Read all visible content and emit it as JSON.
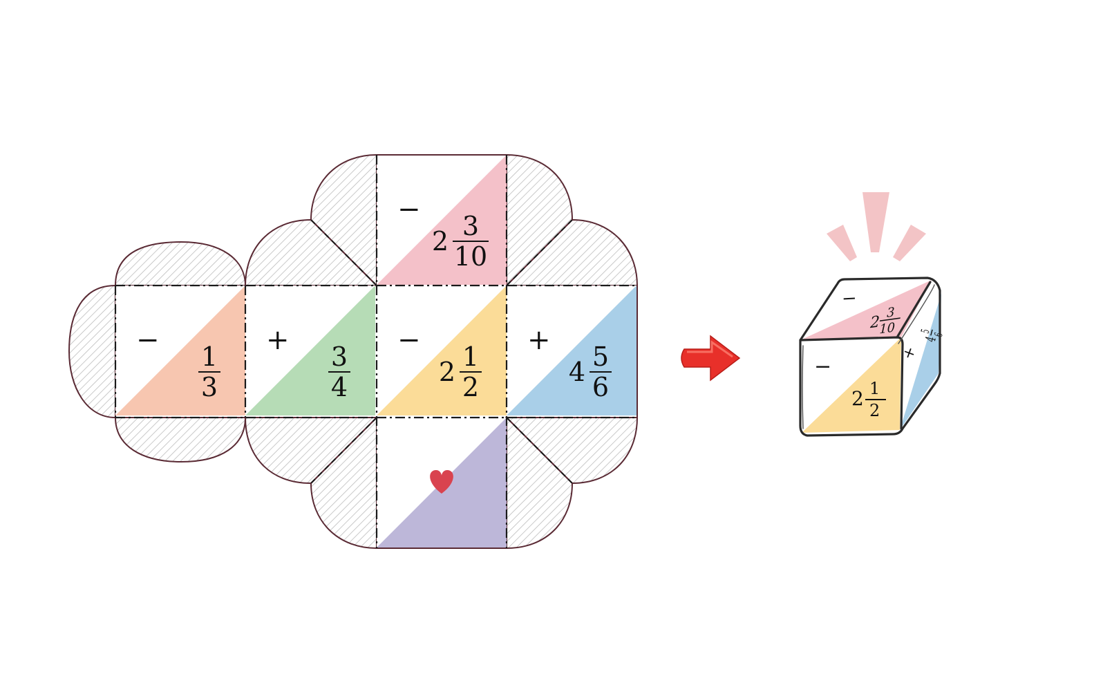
{
  "net": {
    "faces": [
      {
        "id": "face-1",
        "op": "−",
        "whole": "",
        "numerator": "1",
        "denominator": "3",
        "color": "#f7c6b0"
      },
      {
        "id": "face-2",
        "op": "+",
        "whole": "",
        "numerator": "3",
        "denominator": "4",
        "color": "#b6dcb6"
      },
      {
        "id": "face-3",
        "op": "−",
        "whole": "2",
        "numerator": "1",
        "denominator": "2",
        "color": "#fbdc98"
      },
      {
        "id": "face-4",
        "op": "+",
        "whole": "4",
        "numerator": "5",
        "denominator": "6",
        "color": "#a9cfe8"
      },
      {
        "id": "face-top",
        "op": "−",
        "whole": "2",
        "numerator": "3",
        "denominator": "10",
        "color": "#f4c1c9"
      },
      {
        "id": "face-bottom",
        "op": "",
        "whole": "",
        "numerator": "",
        "denominator": "",
        "color": "#bdb7d9",
        "icon": "heart-icon",
        "icon_color": "#d9434f"
      }
    ],
    "outline_color": "#5a2a34",
    "hatch_color": "#b8b8b8"
  },
  "arrow": {
    "icon": "arrow-right-icon",
    "color": "#e8302a"
  },
  "cube": {
    "top": {
      "op": "−",
      "whole": "2",
      "numerator": "3",
      "denominator": "10",
      "color": "#f4c1c9"
    },
    "front": {
      "op": "−",
      "whole": "2",
      "numerator": "1",
      "denominator": "2",
      "color": "#fbdc98"
    },
    "side": {
      "op": "+",
      "whole": "4",
      "numerator": "5",
      "denominator": "6",
      "color": "#a9cfe8"
    },
    "burst_color": "#f3c4c6"
  }
}
